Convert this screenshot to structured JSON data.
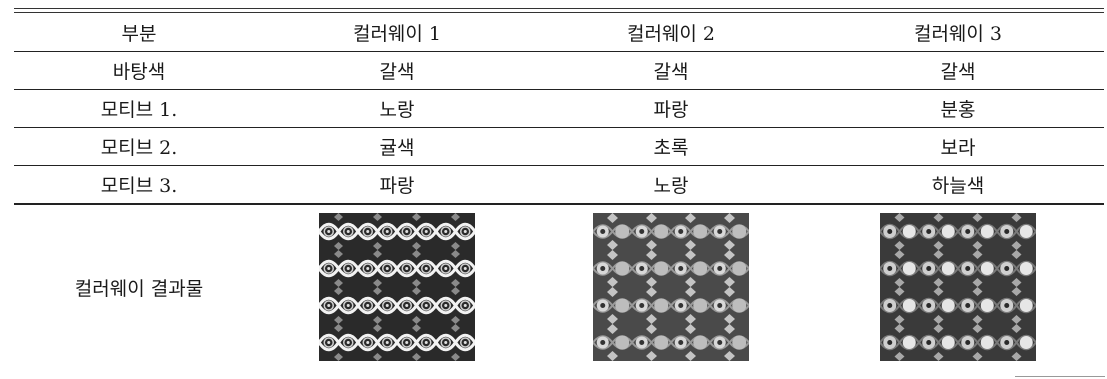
{
  "table": {
    "headers": [
      "부분",
      "컬러웨이 1",
      "컬러웨이 2",
      "컬러웨이 3"
    ],
    "rows": [
      [
        "바탕색",
        "갈색",
        "갈색",
        "갈색"
      ],
      [
        "모티브 1.",
        "노랑",
        "파랑",
        "분홍"
      ],
      [
        "모티브 2.",
        "귤색",
        "초록",
        "보라"
      ],
      [
        "모티브 3.",
        "파랑",
        "노랑",
        "하늘색"
      ]
    ],
    "result_label": "컬러웨이 결과물"
  }
}
